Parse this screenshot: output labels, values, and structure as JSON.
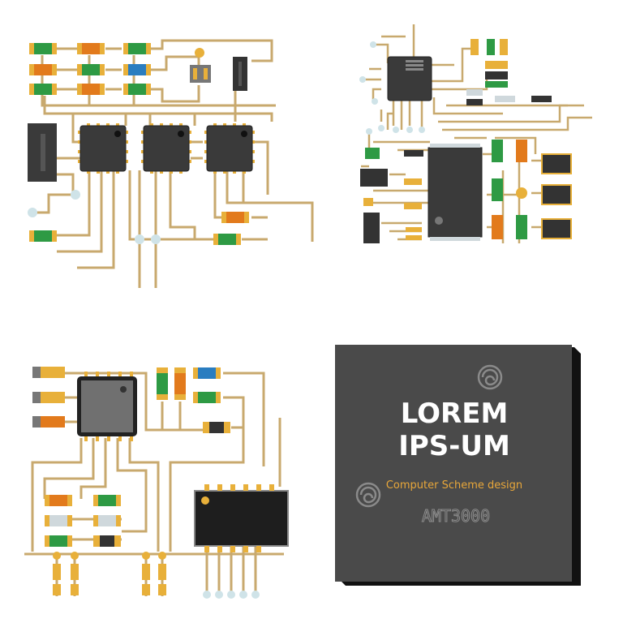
{
  "colors": {
    "trace": "#c8a96e",
    "chip": "#3a3a3a",
    "chip_big": "#4a4a4a",
    "gold": "#e8b03a",
    "green": "#2e9a44",
    "orange": "#e27a1c",
    "blue": "#2a7dc0",
    "node": "#cfe3e8",
    "subtitle": "#e8a73a",
    "code": "#8c8c8c"
  },
  "big_chip": {
    "title_line1": "LOREM",
    "title_line2": "IPS-UM",
    "subtitle": "Computer Scheme design",
    "code": "AMT3000"
  },
  "icons": {
    "watermark": "spiral-watermark-icon"
  }
}
